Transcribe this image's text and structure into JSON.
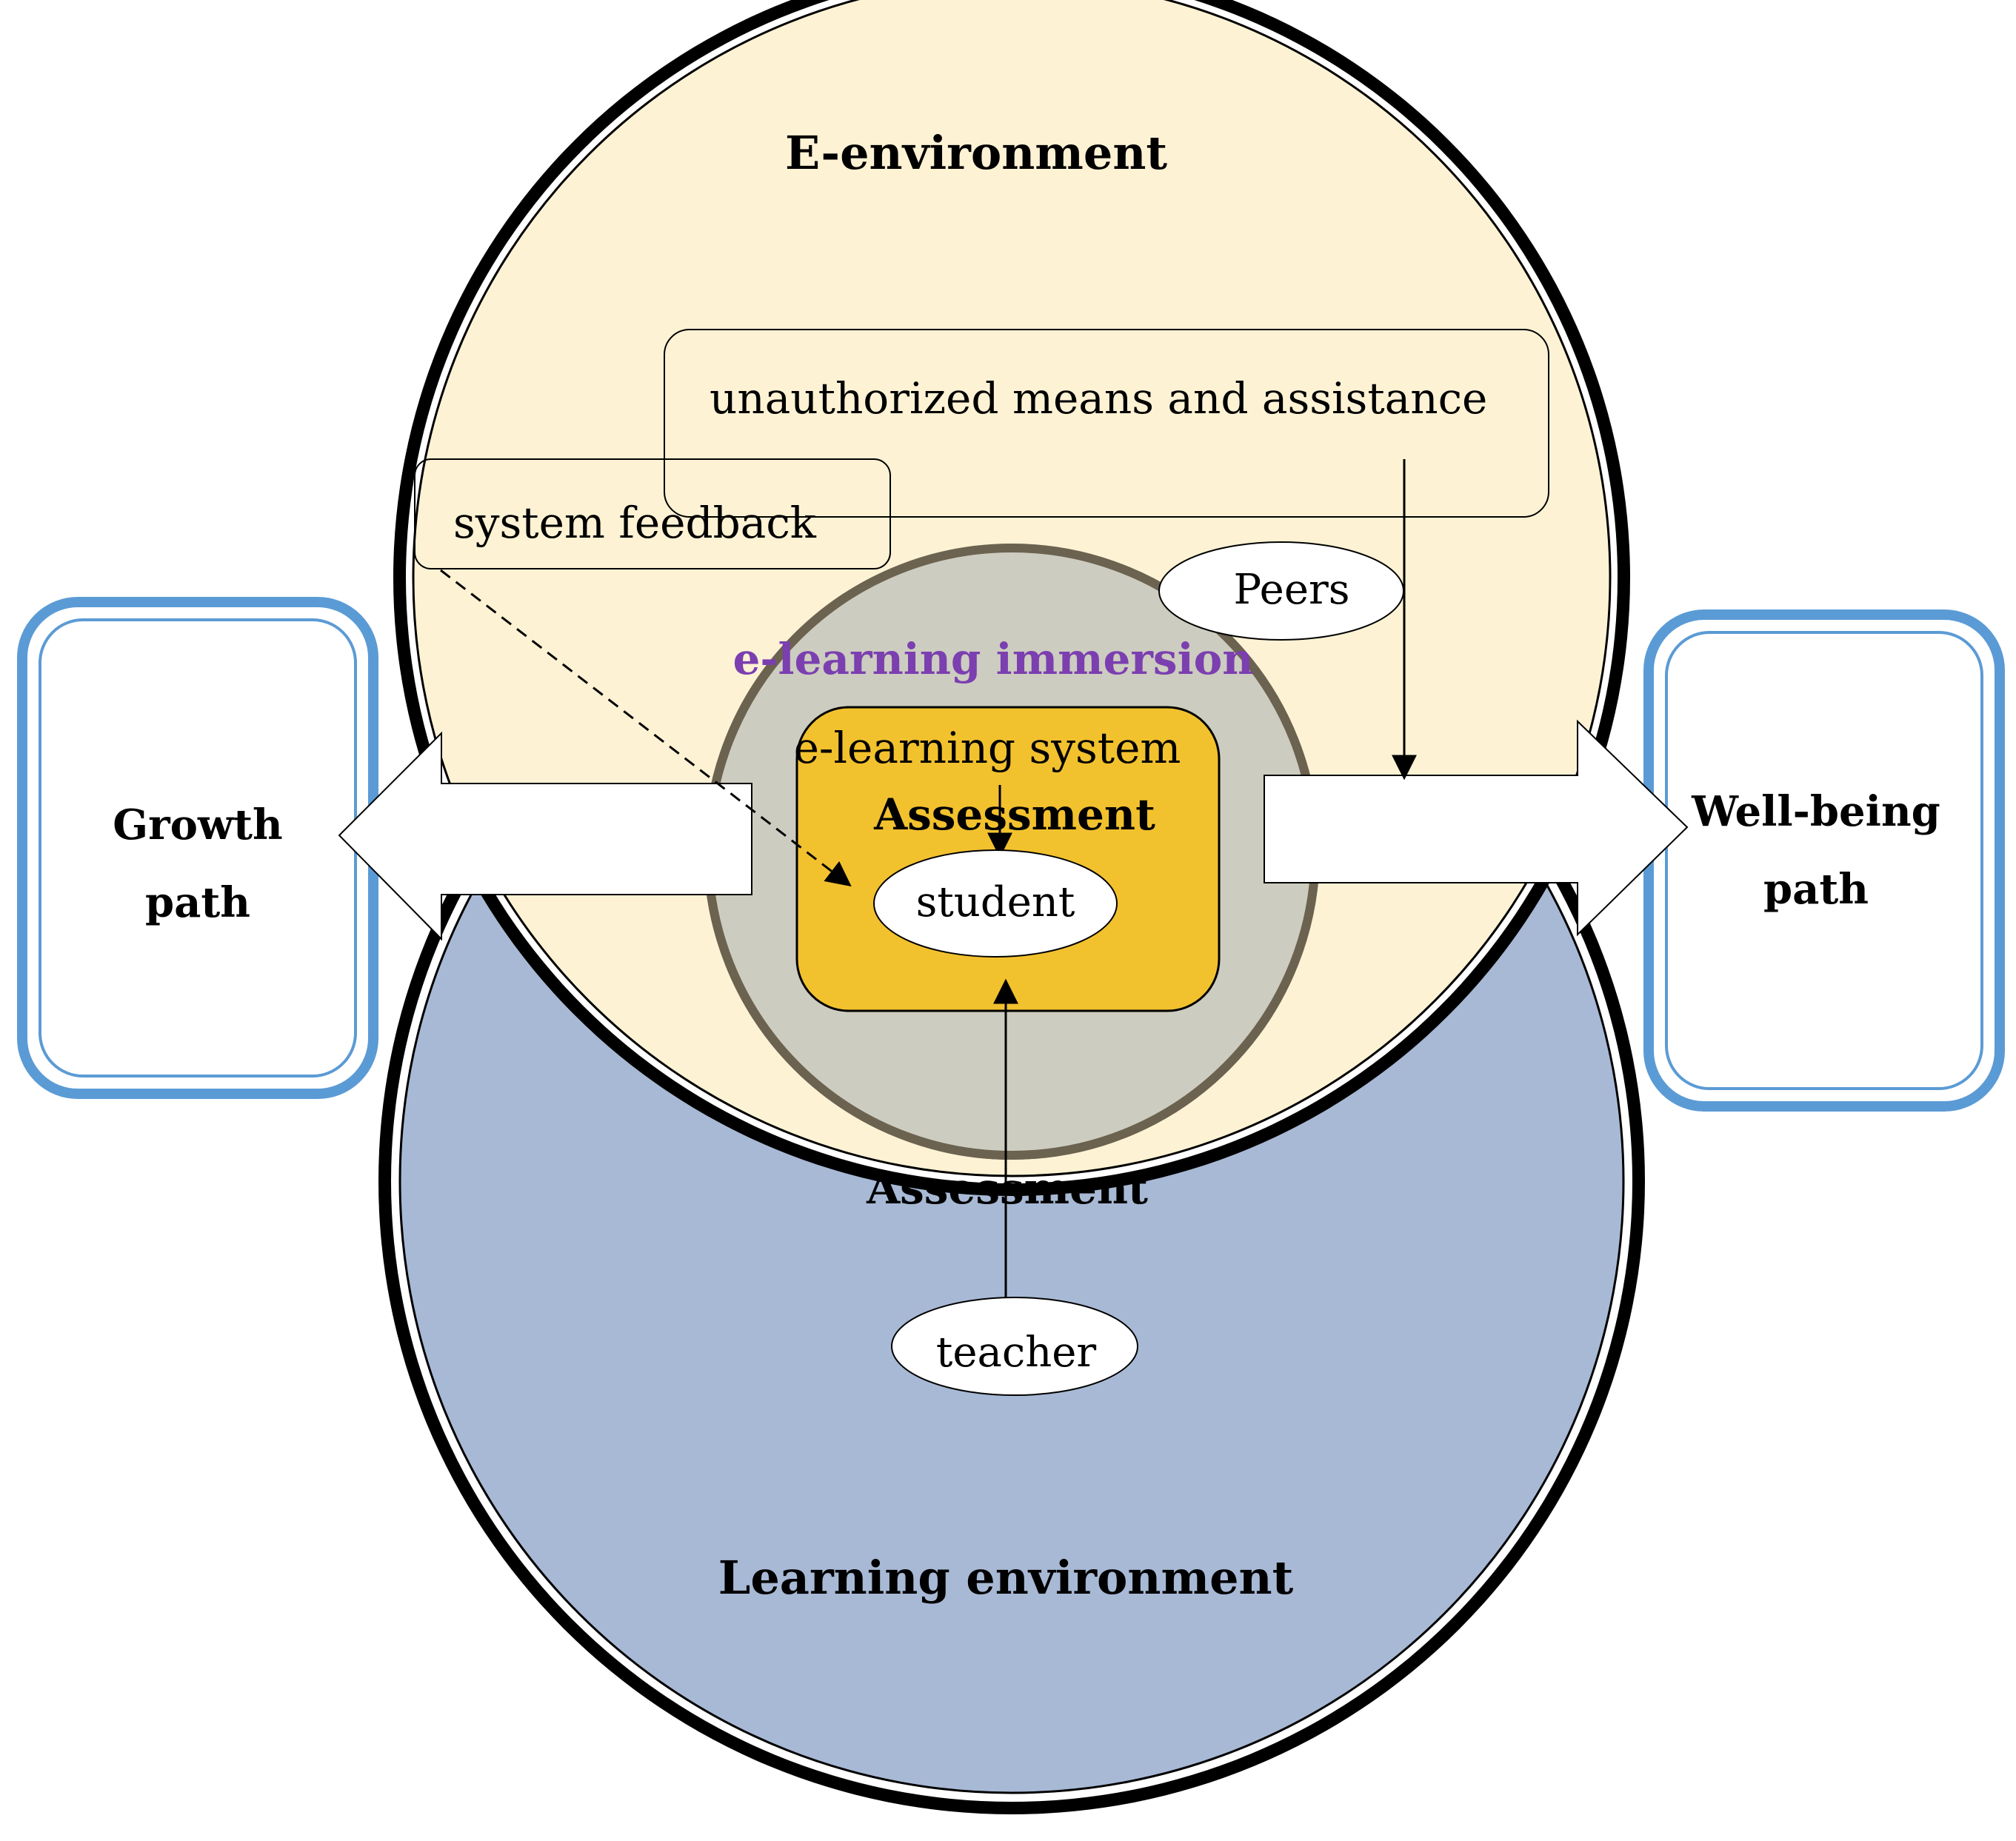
{
  "colors": {
    "e_environment_fill": "#fdf2d4",
    "learning_environment_fill": "#a8b9d5",
    "immersion_fill": "#cdccc0",
    "immersion_border": "#6b6250",
    "system_box_fill": "#f2c12e",
    "path_box_border": "#5b9bd5",
    "immersion_label": "#7b3fb0",
    "line": "#000000"
  },
  "labels": {
    "e_environment": "E-environment",
    "unauthorized": "unauthorized means and assistance",
    "system_feedback": "system feedback",
    "peers": "Peers",
    "immersion": "e-learning immersion",
    "elearning_system": "e-learning system",
    "assessment_inner": "Assessment",
    "student": "student",
    "assessment_outer": "Assessment",
    "teacher": "teacher",
    "learning_environment": "Learning environment",
    "growth_path_line1": "Growth",
    "growth_path_line2": "path",
    "wellbeing_path_line1": "Well-being",
    "wellbeing_path_line2": "path"
  },
  "icons": {
    "growth_arrow": "left-arrow-icon",
    "wellbeing_arrow": "right-arrow-icon"
  }
}
